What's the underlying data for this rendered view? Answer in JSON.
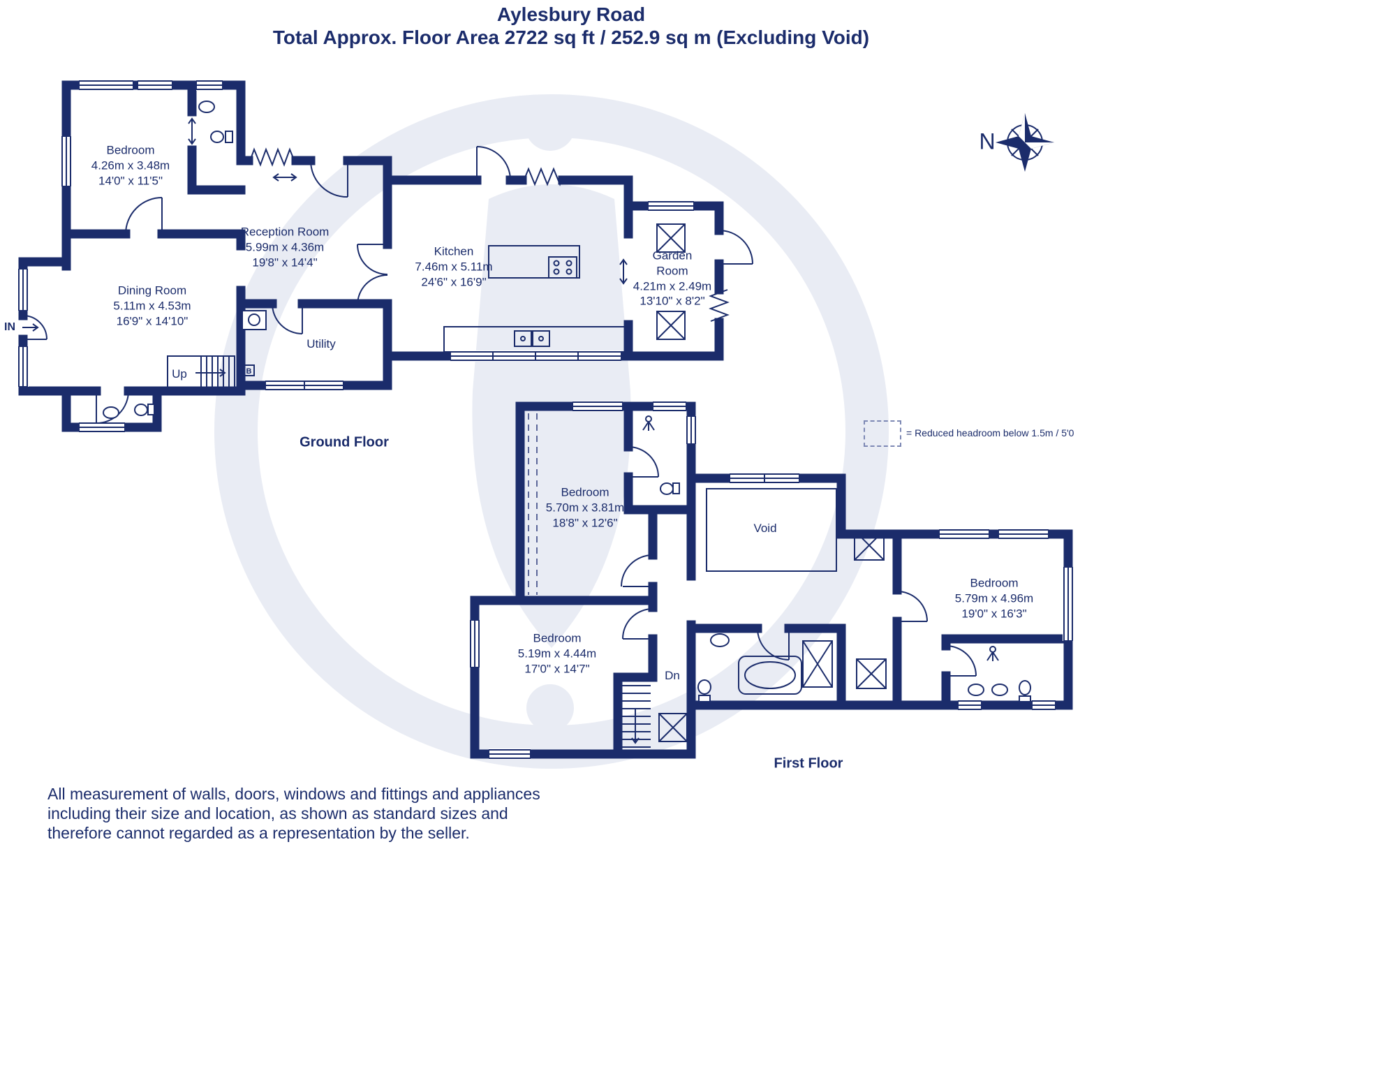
{
  "header": {
    "title": "Aylesbury Road",
    "subtitle": "Total Approx. Floor Area 2722 sq ft / 252.9 sq m (Excluding Void)"
  },
  "compass": {
    "north_label": "N"
  },
  "ground_floor": {
    "floor_label": "Ground Floor",
    "entrance_label": "IN",
    "stairs_label": "Up",
    "boiler_label": "B",
    "rooms": [
      {
        "name": "Bedroom",
        "metric": "4.26m x 3.48m",
        "imperial": "14'0\" x 11'5\""
      },
      {
        "name": "Reception Room",
        "metric": "5.99m x 4.36m",
        "imperial": "19'8\" x 14'4\""
      },
      {
        "name": "Dining Room",
        "metric": "5.11m x 4.53m",
        "imperial": "16'9\" x 14'10\""
      },
      {
        "name": "Kitchen",
        "metric": "7.46m x 5.11m",
        "imperial": "24'6\" x 16'9\""
      },
      {
        "name": "Garden Room",
        "metric": "4.21m x 2.49m",
        "imperial": "13'10\" x 8'2\""
      },
      {
        "name": "Utility"
      }
    ]
  },
  "first_floor": {
    "floor_label": "First Floor",
    "stairs_label": "Dn",
    "void_label": "Void",
    "rooms": [
      {
        "name": "Bedroom",
        "metric": "5.70m x 3.81m",
        "imperial": "18'8\" x 12'6\""
      },
      {
        "name": "Bedroom",
        "metric": "5.19m x 4.44m",
        "imperial": "17'0\" x 14'7\""
      },
      {
        "name": "Bedroom",
        "metric": "5.79m x 4.96m",
        "imperial": "19'0\" x 16'3\""
      }
    ]
  },
  "legend": {
    "reduced_headroom": "= Reduced headroom below 1.5m / 5'0"
  },
  "disclaimer": {
    "lines": [
      "All measurement of walls, doors, windows and fittings and appliances",
      "including their size and location, as shown as standard sizes and",
      "therefore cannot regarded as a representation by the seller."
    ]
  },
  "colors": {
    "wall": "#1b2c6b",
    "watermark": "#e9ecf4"
  }
}
